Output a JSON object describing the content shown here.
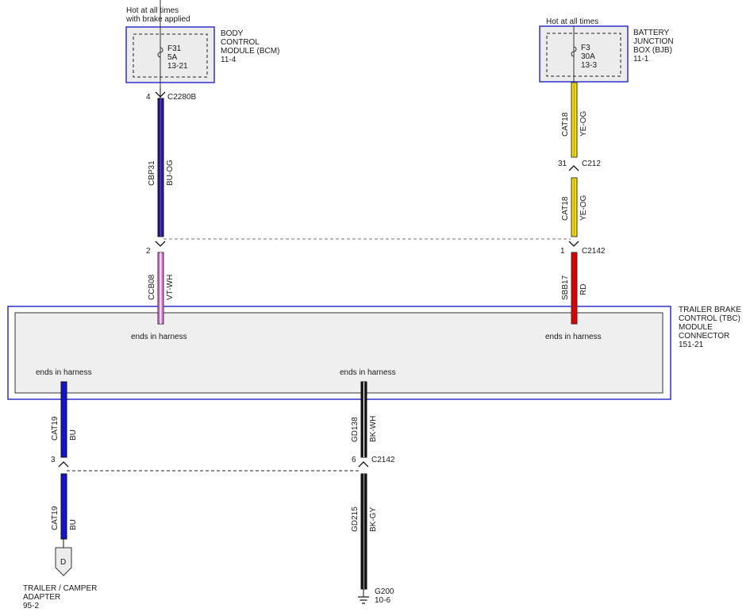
{
  "bcm": {
    "note_line1": "Hot at all times",
    "note_line2": "with brake applied",
    "name_lines": [
      "BODY",
      "CONTROL",
      "MODULE (BCM)",
      "11-4"
    ],
    "fuse": [
      "F31",
      "5A",
      "13-21"
    ]
  },
  "bjb": {
    "note": "Hot at all times",
    "name_lines": [
      "BATTERY",
      "JUNCTION",
      "BOX (BJB)",
      "11-1"
    ],
    "fuse": [
      "F3",
      "30A",
      "13-3"
    ]
  },
  "connectors": {
    "c2280b_pin": "4",
    "c2280b": "C2280B",
    "c212_pin": "31",
    "c212": "C212",
    "c2142_top_left_pin": "2",
    "c2142_top_right_pin": "1",
    "c2142_top": "C2142",
    "c2142_bottom_left_pin": "3",
    "c2142_bottom_right_pin": "6",
    "c2142_bottom": "C2142"
  },
  "wires": {
    "cbp31": {
      "circuit": "CBP31",
      "color": "BU-OG"
    },
    "cat18_a": {
      "circuit": "CAT18",
      "color": "YE-OG"
    },
    "cat18_b": {
      "circuit": "CAT18",
      "color": "YE-OG"
    },
    "ccb08": {
      "circuit": "CCB08",
      "color": "VT-WH"
    },
    "sbb17": {
      "circuit": "SBB17",
      "color": "RD"
    },
    "cat19_a": {
      "circuit": "CAT19",
      "color": "BU"
    },
    "cat19_b": {
      "circuit": "CAT19",
      "color": "BU"
    },
    "gd138": {
      "circuit": "GD138",
      "color": "BK-WH"
    },
    "gd215": {
      "circuit": "GD215",
      "color": "BK-GY"
    }
  },
  "tbc": {
    "name_lines": [
      "TRAILER BRAKE",
      "CONTROL (TBC)",
      "MODULE",
      "CONNECTOR",
      "151-21"
    ],
    "ends_top_left": "ends in harness",
    "ends_top_right": "ends in harness",
    "ends_bottom_left": "ends in harness",
    "ends_bottom_mid": "ends in harness"
  },
  "trailer": {
    "plug": "D",
    "name_lines": [
      "TRAILER / CAMPER",
      "ADAPTER",
      "95-2"
    ]
  },
  "ground": {
    "name_lines": [
      "G200",
      "10-6"
    ]
  },
  "colors": {
    "module_border": "#3030c8",
    "module_fill": "#ececec",
    "blue": "#1515c8",
    "yellow": "#f2e600",
    "red": "#e00000",
    "violet": "#e070e0",
    "black": "#111111"
  }
}
